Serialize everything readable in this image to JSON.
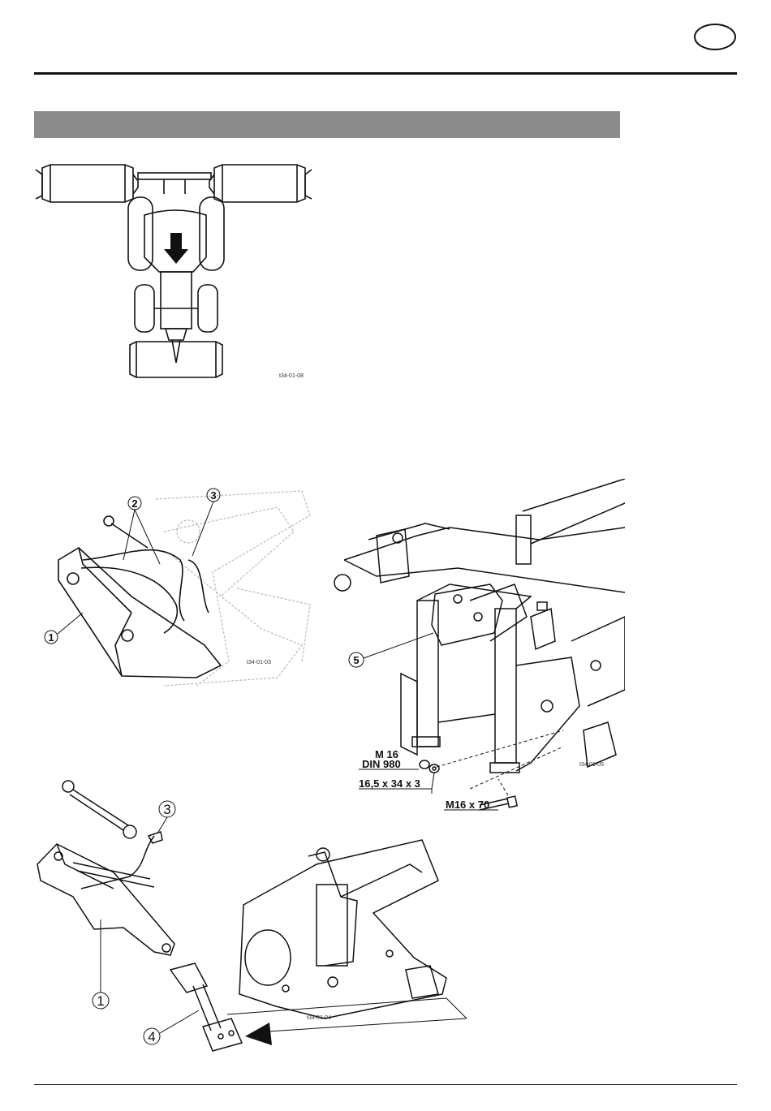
{
  "figures": {
    "top_view": {
      "ref": "t34-01-08"
    },
    "hydraulics": {
      "ref": "t34-01-03",
      "callouts": [
        "1",
        "2",
        "3"
      ]
    },
    "frame": {
      "ref": "t34-01-05",
      "callouts": [
        "5"
      ],
      "nut_spec_line1": "M 16",
      "nut_spec_line2": "DIN 980",
      "washer_spec": "16,5 x 34 x 3",
      "bolt_spec": "M16 x 70"
    },
    "exploded": {
      "ref": "t34-01-04",
      "callouts": [
        "3",
        "1",
        "4"
      ]
    }
  }
}
